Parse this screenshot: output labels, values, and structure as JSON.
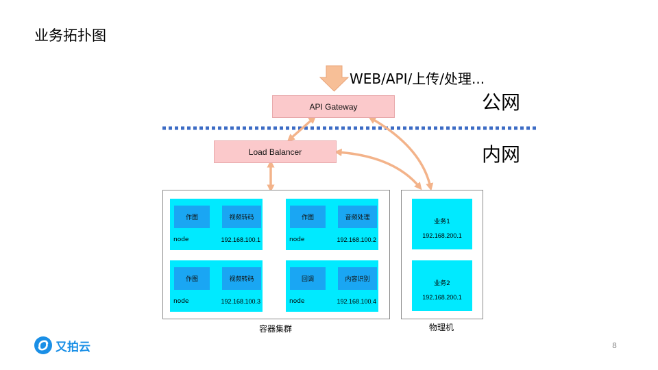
{
  "title": "业务拓扑图",
  "input_label": "WEB/API/上传/处理...",
  "zones": {
    "public": "公网",
    "private": "内网"
  },
  "gateway": "API Gateway",
  "load_balancer": "Load Balancer",
  "cluster": {
    "caption": "容器集群",
    "nodes": [
      {
        "svc_a": "作图",
        "svc_b": "视频转码",
        "label": "node",
        "ip": "192.168.100.1"
      },
      {
        "svc_a": "作图",
        "svc_b": "音频处理",
        "label": "node",
        "ip": "192.168.100.2"
      },
      {
        "svc_a": "作图",
        "svc_b": "视频转码",
        "label": "node",
        "ip": "192.168.100.3"
      },
      {
        "svc_a": "回调",
        "svc_b": "内容识别",
        "label": "node",
        "ip": "192.168.100.4"
      }
    ]
  },
  "physical": {
    "caption": "物理机",
    "machines": [
      {
        "name": "业务1",
        "ip": "192.168.200.1"
      },
      {
        "name": "业务2",
        "ip": "192.168.200.1"
      }
    ]
  },
  "logo": {
    "text": "又拍云"
  },
  "page_number": "8",
  "colors": {
    "node_fill": "#00eaff",
    "service_fill": "#1aa6f3",
    "box_fill": "#fbc9cb",
    "arrow_fill": "#f7bf97",
    "divider": "#3d6cc5",
    "brand": "#1a8fe6"
  }
}
